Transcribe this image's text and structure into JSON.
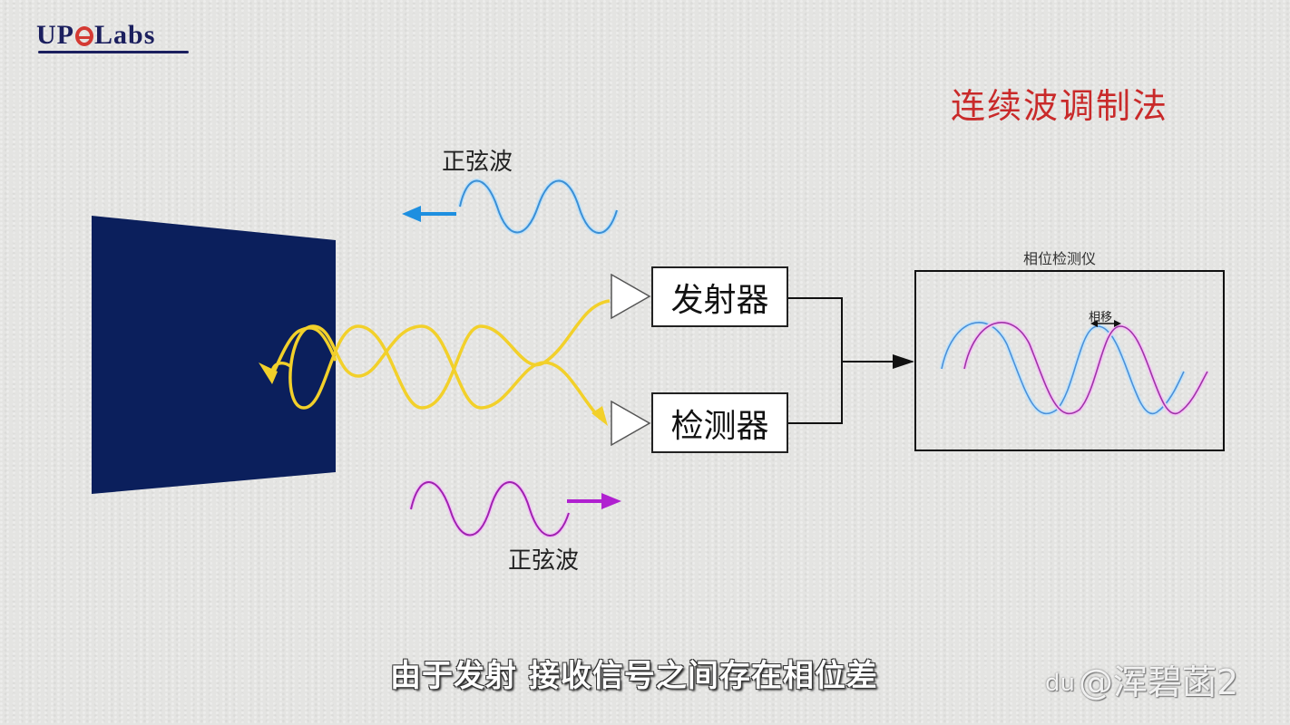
{
  "logo": {
    "text_left": "UP",
    "text_right": "Labs"
  },
  "title": "连续波调制法",
  "waves": {
    "outgoing_label": "正弦波",
    "outgoing_color": "#3a8fd6",
    "outgoing_arrow_color": "#1e8fe0",
    "return_label": "正弦波",
    "return_color": "#a020b0",
    "return_arrow_color": "#b020d0",
    "beam_color": "#f2d02a",
    "target_color": "#0b1f5c"
  },
  "blocks": {
    "transmitter": "发射器",
    "detector": "检测器"
  },
  "phase_detector": {
    "title": "相位检测仪",
    "phase_shift_label": "相移",
    "reference_color": "#4a90d9",
    "shifted_color": "#a030a8"
  },
  "caption": "由于发射 接收信号之间存在相位差",
  "watermark": {
    "icon": "du",
    "text": "@浑碧菡2"
  }
}
